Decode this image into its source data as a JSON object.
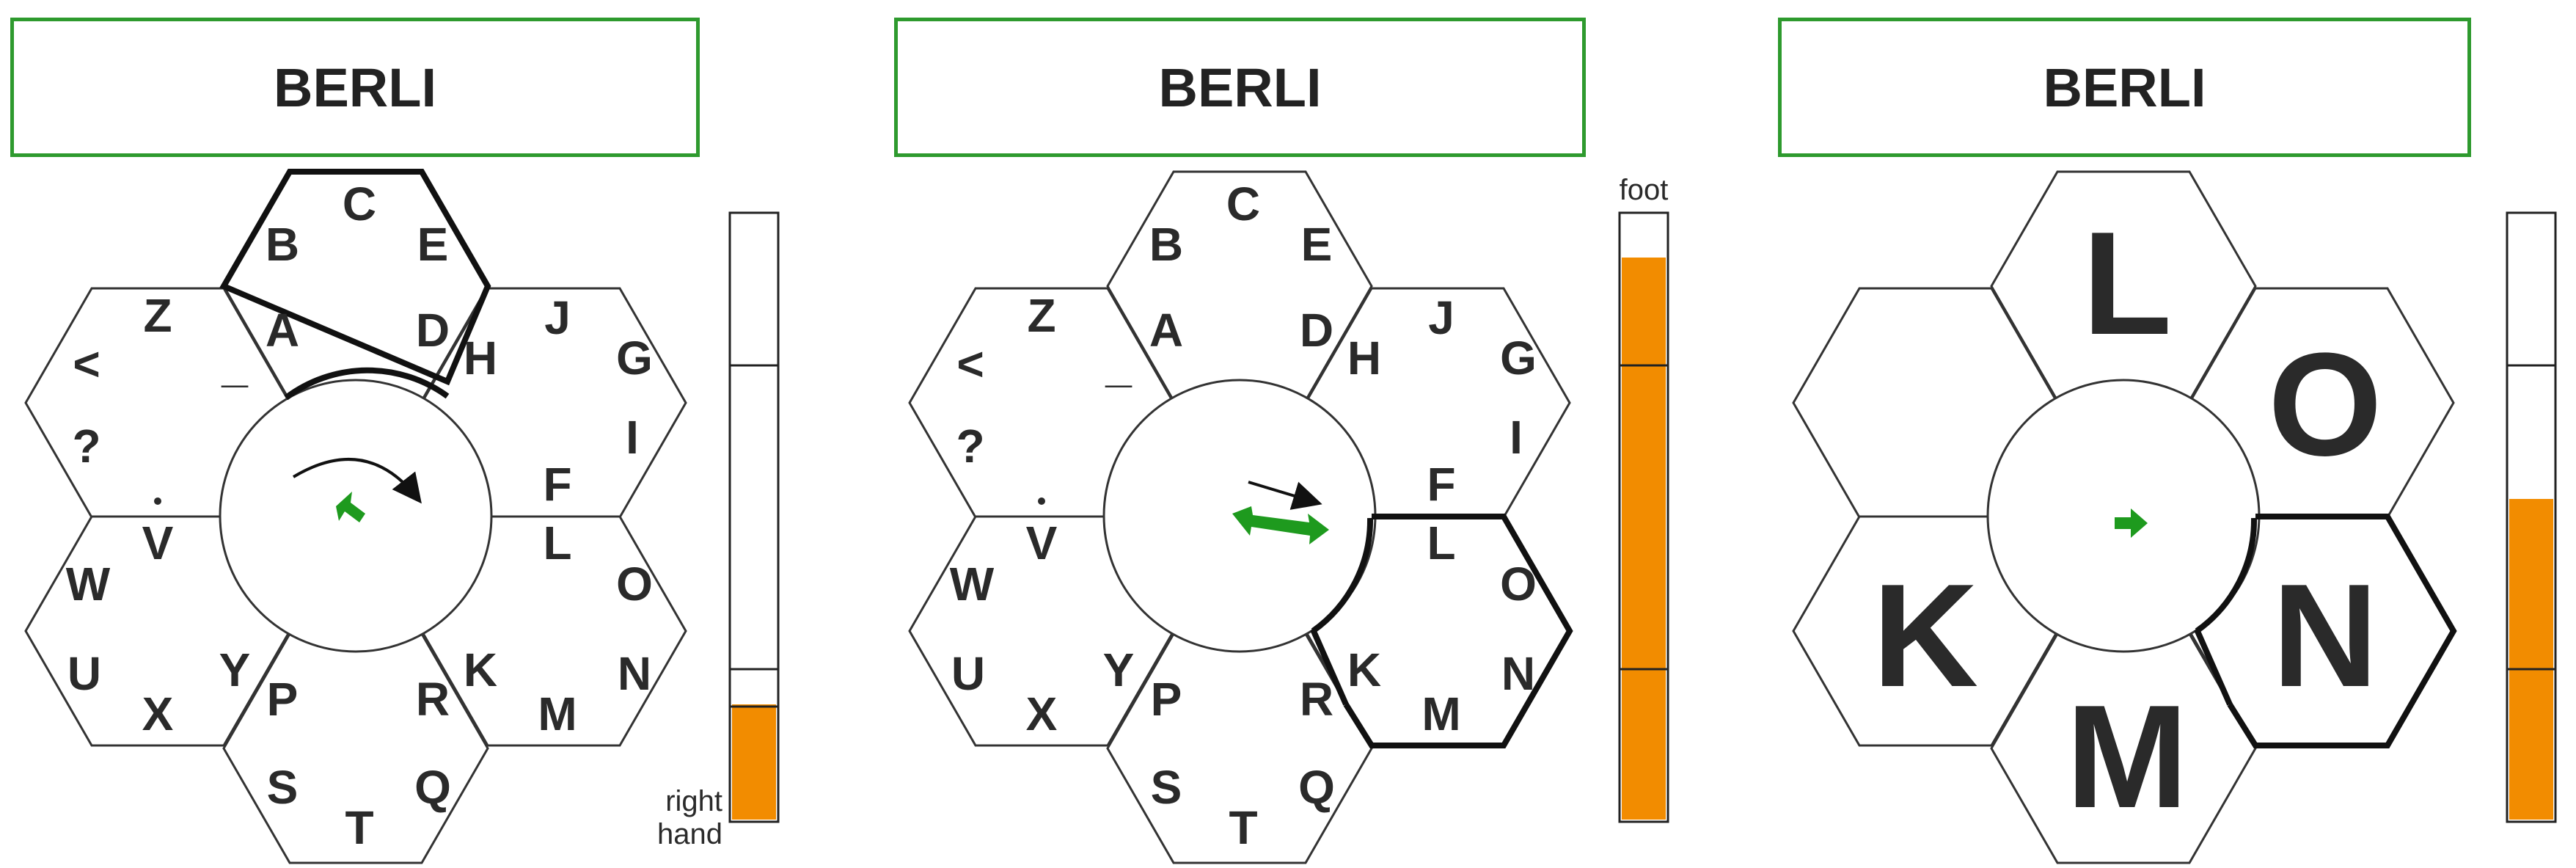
{
  "panels": [
    {
      "text_box": "BERLI",
      "selected_group": "top",
      "bar_label_bottom": [
        "right",
        "hand"
      ],
      "bar_label_top": "",
      "fill_level": 0.19,
      "arrow": "rotate",
      "groups": {
        "top": [
          "C",
          "B",
          "E",
          "A",
          "D"
        ],
        "left_top": [
          "Z",
          "<",
          "_",
          "?"
        ],
        "right_top": [
          "J",
          "G",
          "H",
          "I",
          "F"
        ],
        "left_bottom": [
          "V",
          "W",
          "U",
          "X",
          "Y"
        ],
        "right_bottom": [
          "L",
          "O",
          "K",
          "N",
          "M"
        ],
        "bottom": [
          "P",
          "R",
          "S",
          "Q",
          "T"
        ]
      }
    },
    {
      "text_box": "BERLI",
      "selected_group": "right_bottom",
      "bar_label_bottom": [],
      "bar_label_top": "foot",
      "fill_level": 0.93,
      "arrow": "right",
      "groups": {
        "top": [
          "C",
          "B",
          "E",
          "A",
          "D"
        ],
        "left_top": [
          "Z",
          "<",
          "_",
          "?"
        ],
        "right_top": [
          "J",
          "G",
          "H",
          "I",
          "F"
        ],
        "left_bottom": [
          "V",
          "W",
          "U",
          "X",
          "Y"
        ],
        "right_bottom": [
          "L",
          "O",
          "K",
          "N",
          "M"
        ],
        "bottom": [
          "P",
          "R",
          "S",
          "Q",
          "T"
        ]
      }
    },
    {
      "text_box": "BERLI",
      "selected_group": "right_bottom",
      "bar_label_bottom": [],
      "bar_label_top": "",
      "fill_level": 0.53,
      "arrow": "small-right",
      "letters": {
        "top": "L",
        "left_top": "",
        "right_top": "O",
        "left_bottom": "K",
        "right_bottom": "N",
        "bottom": "M"
      }
    }
  ],
  "colors": {
    "frame": "#2e9a2e",
    "fill": "#f28c00",
    "arrow": "#1e9a1e"
  }
}
